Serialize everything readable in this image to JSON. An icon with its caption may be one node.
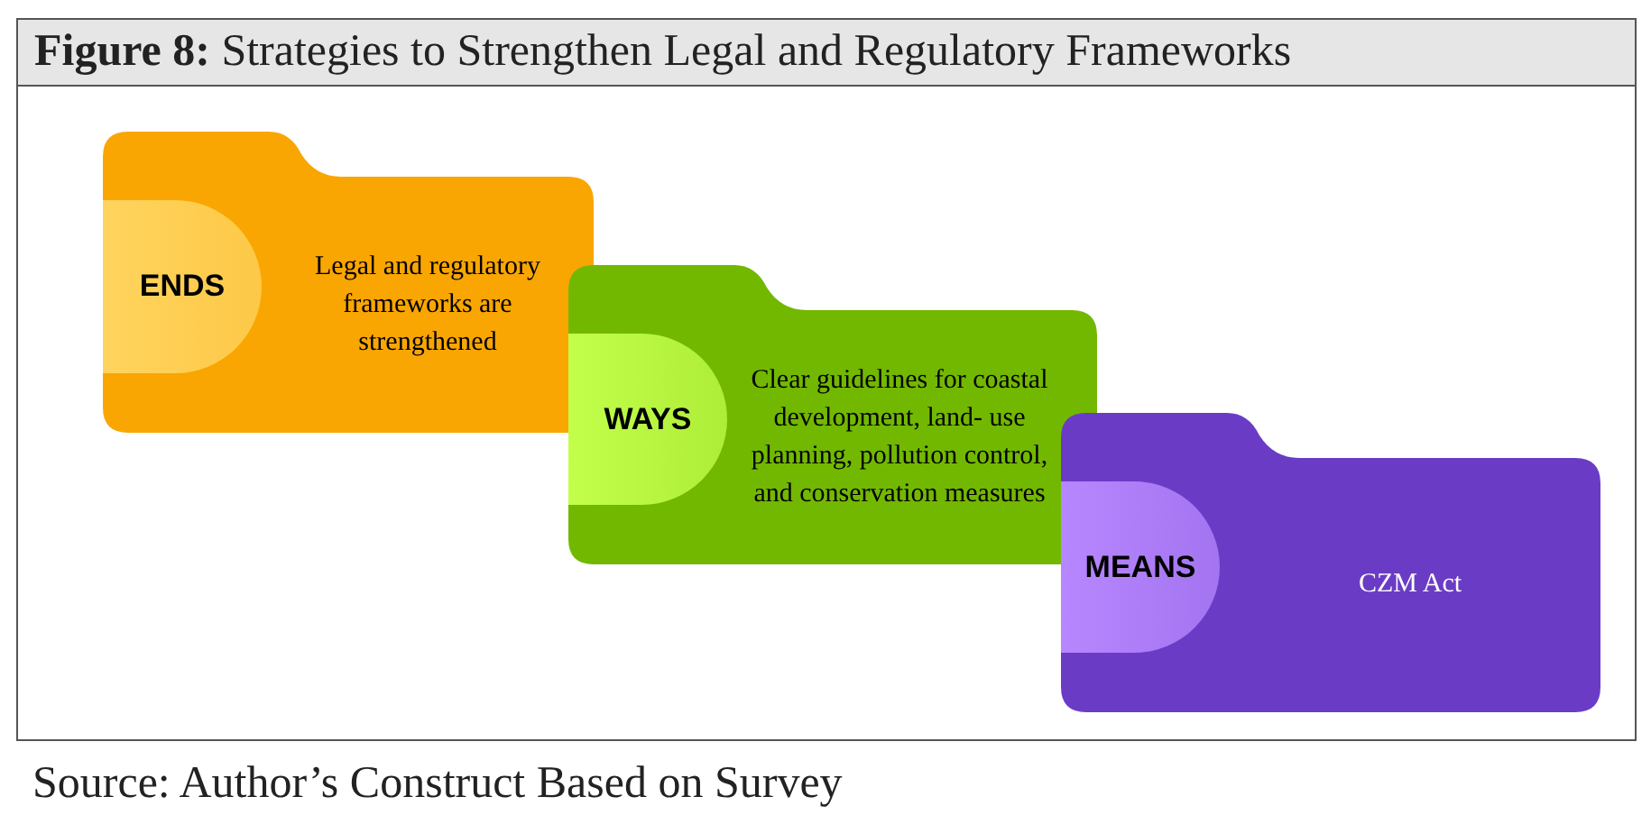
{
  "diagram": {
    "title": "**Figure 8:** Strategies to Strengthen Legal and Regulatory Frameworks",
    "caption": "Source: Author’s Construct Based on Survey",
    "nodes": [
      {
        "text": [
          "ENDS",
          "Legal and regulatory frameworks are strengthened"
        ]
      },
      {
        "text": [
          "WAYS",
          "Clear guidelines for coastal development, land- use planning, pollution control, and conservation measures"
        ]
      },
      {
        "text": [
          "MEANS",
          "CZM Act"
        ]
      }
    ]
  }
}
